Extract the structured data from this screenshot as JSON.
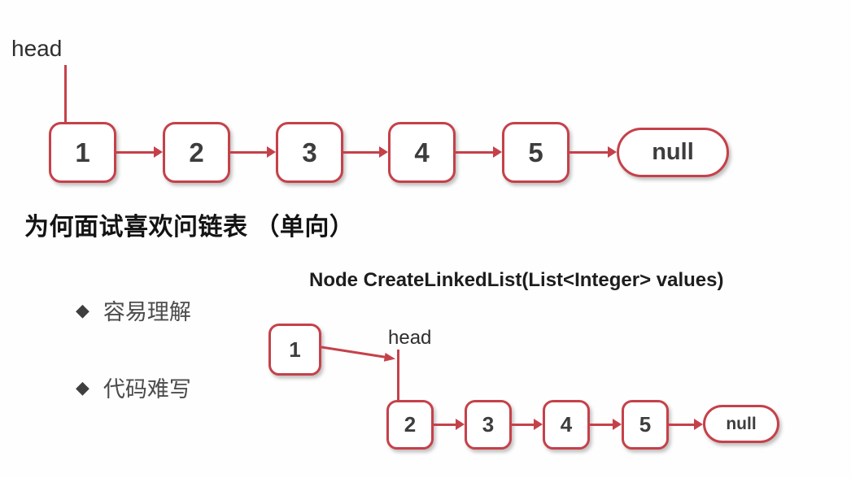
{
  "page": {
    "background": "#fefefe",
    "accent_red": "#c5414a",
    "node_fill": "#ffffff",
    "node_text_color": "#3d3d3d",
    "title_color": "#131313",
    "bullet_text_color": "#4c4c4c"
  },
  "title": "为何面试喜欢问链表 （单向）",
  "method_signature": "Node CreateLinkedList(List<Integer> values)",
  "bullets": [
    {
      "marker": "◆",
      "label": "容易理解"
    },
    {
      "marker": "◆",
      "label": "代码难写"
    }
  ],
  "diagrams": {
    "top": {
      "head_label": "head",
      "nodes": [
        "1",
        "2",
        "3",
        "4",
        "5"
      ],
      "null_label": "null"
    },
    "bottom": {
      "head_label": "head",
      "first_node": "1",
      "nodes": [
        "2",
        "3",
        "4",
        "5"
      ],
      "null_label": "null"
    }
  }
}
